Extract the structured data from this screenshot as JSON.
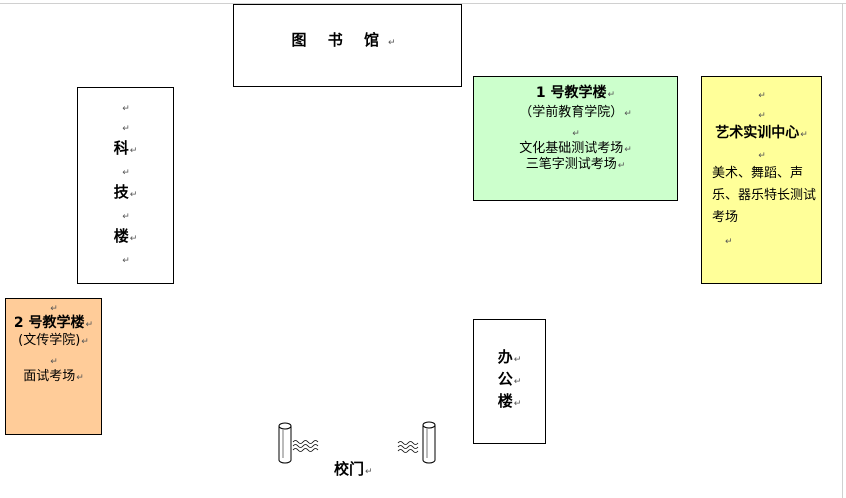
{
  "paragraph_mark": "↵",
  "buildings": {
    "library": {
      "name": "图 书 馆"
    },
    "tech": {
      "chars": [
        "科",
        "技",
        "楼"
      ]
    },
    "bldg1": {
      "name": "1 号教学楼",
      "college": "（学前教育学院）",
      "venue1": "文化基础测试考场",
      "venue2": "三笔字测试考场",
      "fill": "#ccffcc"
    },
    "art": {
      "name": "艺术实训中心",
      "desc": "美术、舞蹈、声乐、器乐特长测试考场",
      "fill": "#ffff99"
    },
    "bldg2": {
      "name": "2 号教学楼",
      "college": "(文传学院)",
      "venue": "面试考场",
      "fill": "#ffcc99"
    },
    "office": {
      "chars": [
        "办",
        "公",
        "楼"
      ]
    }
  },
  "gate": {
    "label": "校门"
  }
}
